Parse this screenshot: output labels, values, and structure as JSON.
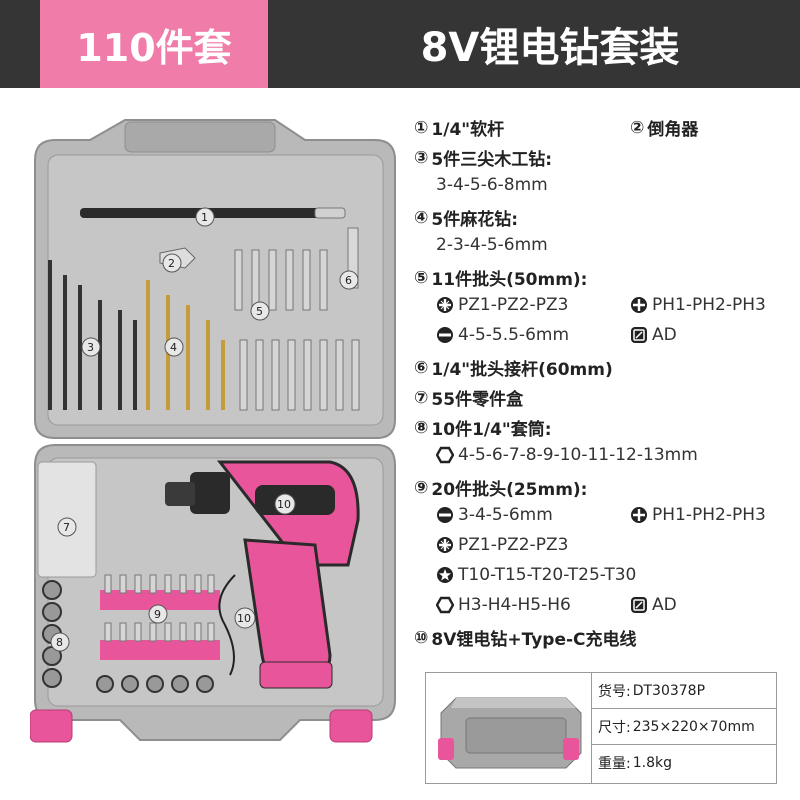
{
  "header": {
    "badge": "110件套",
    "title": "8V锂电钻套装"
  },
  "photo_labels": [
    "1",
    "2",
    "3",
    "4",
    "5",
    "6",
    "7",
    "8",
    "9",
    "10"
  ],
  "specs": {
    "i1": {
      "num": "①",
      "text": "1/4\"软杆"
    },
    "i2": {
      "num": "②",
      "text": "倒角器"
    },
    "i3": {
      "num": "③",
      "text": "5件三尖木工钻:"
    },
    "i3_sub": "3-4-5-6-8mm",
    "i4": {
      "num": "④",
      "text": "5件麻花钻:"
    },
    "i4_sub": "2-3-4-5-6mm",
    "i5": {
      "num": "⑤",
      "text": "11件批头(50mm):"
    },
    "i5_pz": "PZ1-PZ2-PZ3",
    "i5_ph": "PH1-PH2-PH3",
    "i5_slot": "4-5-5.5-6mm",
    "i5_ad": "AD",
    "i6": {
      "num": "⑥",
      "text": "1/4\"批头接杆(60mm)"
    },
    "i7": {
      "num": "⑦",
      "text": "55件零件盒"
    },
    "i8": {
      "num": "⑧",
      "text": "10件1/4\"套筒:"
    },
    "i8_hex": "4-5-6-7-8-9-10-11-12-13mm",
    "i9": {
      "num": "⑨",
      "text": "20件批头(25mm):"
    },
    "i9_slot": "3-4-5-6mm",
    "i9_ph": "PH1-PH2-PH3",
    "i9_pz": "PZ1-PZ2-PZ3",
    "i9_torx": "T10-T15-T20-T25-T30",
    "i9_hex": "H3-H4-H5-H6",
    "i9_ad": "AD",
    "i10": {
      "num": "⑩",
      "text": "8V锂电钻+Type-C充电线"
    }
  },
  "info": {
    "model_label": "货号:",
    "model_value": "DT30378P",
    "size_label": "尺寸:",
    "size_value": "235×220×70mm",
    "weight_label": "重量:",
    "weight_value": "1.8kg"
  },
  "colors": {
    "header_bg": "#353535",
    "badge_bg": "#f07ca9",
    "case_gray": "#b9b9b9",
    "drill_pink": "#e8559a",
    "drill_black": "#2a2a2a"
  }
}
